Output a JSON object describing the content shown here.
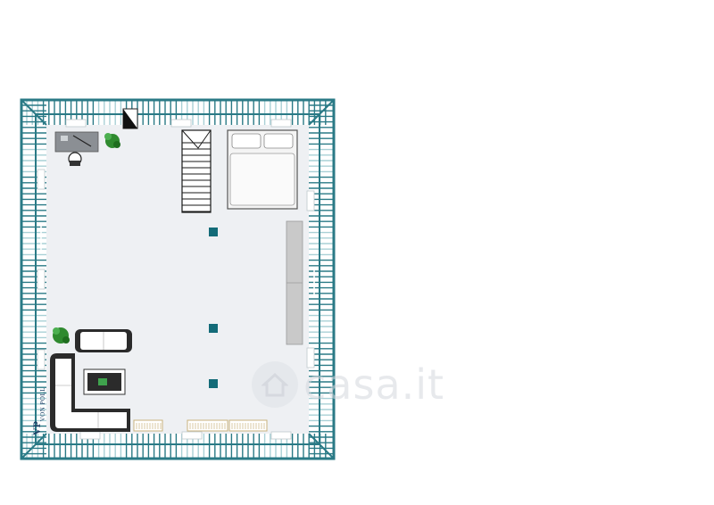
{
  "colors": {
    "roof_teal": "#2a7a86",
    "roof_light": "#a9d0d6",
    "floor": "#eef0f3",
    "column": "#136b78",
    "stairs": "#1a1a1a",
    "bed": "#f4f4f4",
    "sofa": "#ffffff",
    "sofa_outline": "#2b2b2b",
    "plant": "#2f8a2f",
    "wardrobe": "#c9c9c9",
    "baseboard": "#c8b27c"
  },
  "icons": [
    "stairs-icon",
    "bed-icon",
    "sofa-icon",
    "plant-icon",
    "desk-icon",
    "chair-icon",
    "house-icon"
  ],
  "watermark": {
    "text": "casa.it"
  },
  "logo": {
    "mark": "VP",
    "name": "VON POLL"
  }
}
